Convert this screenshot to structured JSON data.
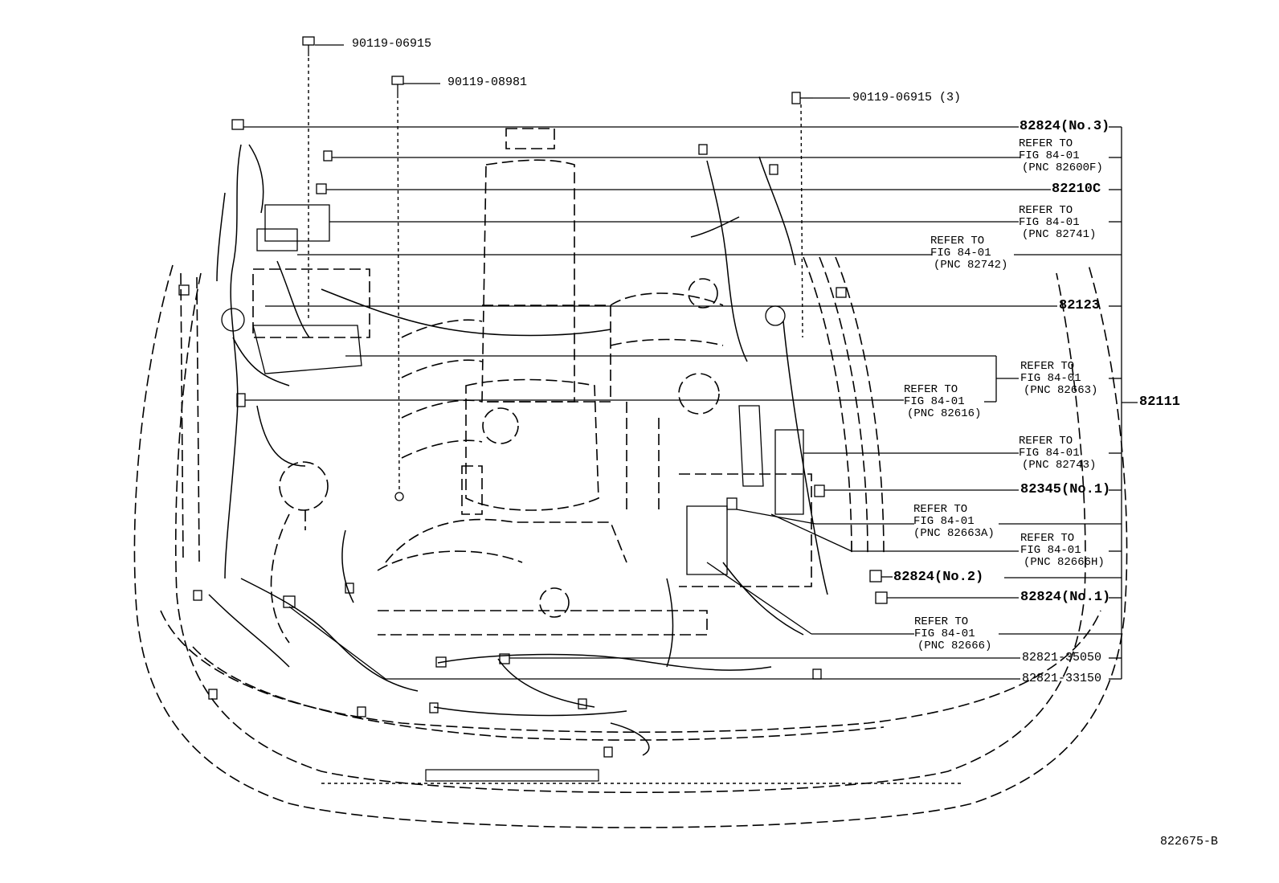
{
  "fasteners": {
    "bolt_left": "90119-06915",
    "bolt_center": "90119-08981",
    "bolt_right": "90119-06915 (3)"
  },
  "labels": {
    "fuse_block_no3": "82824(No.3)",
    "ref_82600f": [
      "REFER TO",
      "FIG 84-01",
      "(PNC 82600F)"
    ],
    "p_82210c": "82210C",
    "ref_82741": [
      "REFER TO",
      "FIG 84-01",
      "(PNC 82741)"
    ],
    "ref_82742": [
      "REFER TO",
      "FIG 84-01",
      "(PNC 82742)"
    ],
    "p_82123": "82123",
    "ref_82663": [
      "REFER TO",
      "FIG 84-01",
      "(PNC 82663)"
    ],
    "ref_82616": [
      "REFER TO",
      "FIG 84-01",
      "(PNC 82616)"
    ],
    "p_82111": "82111",
    "ref_82743": [
      "REFER TO",
      "FIG 84-01",
      "(PNC 82743)"
    ],
    "p_82345": "82345(No.1)",
    "ref_82663a": [
      "REFER TO",
      "FIG 84-01",
      "(PNC 82663A)"
    ],
    "ref_82666h": [
      "REFER TO",
      "FIG 84-01",
      "(PNC 82666H)"
    ],
    "p_82824_no2": "82824(No.2)",
    "p_82824_no1": "82824(No.1)",
    "ref_82666": [
      "REFER TO",
      "FIG 84-01",
      "(PNC 82666)"
    ],
    "p_82821_35050": "82821-35050",
    "p_82821_33150": "82821-33150"
  },
  "figure_id": "822675-B"
}
